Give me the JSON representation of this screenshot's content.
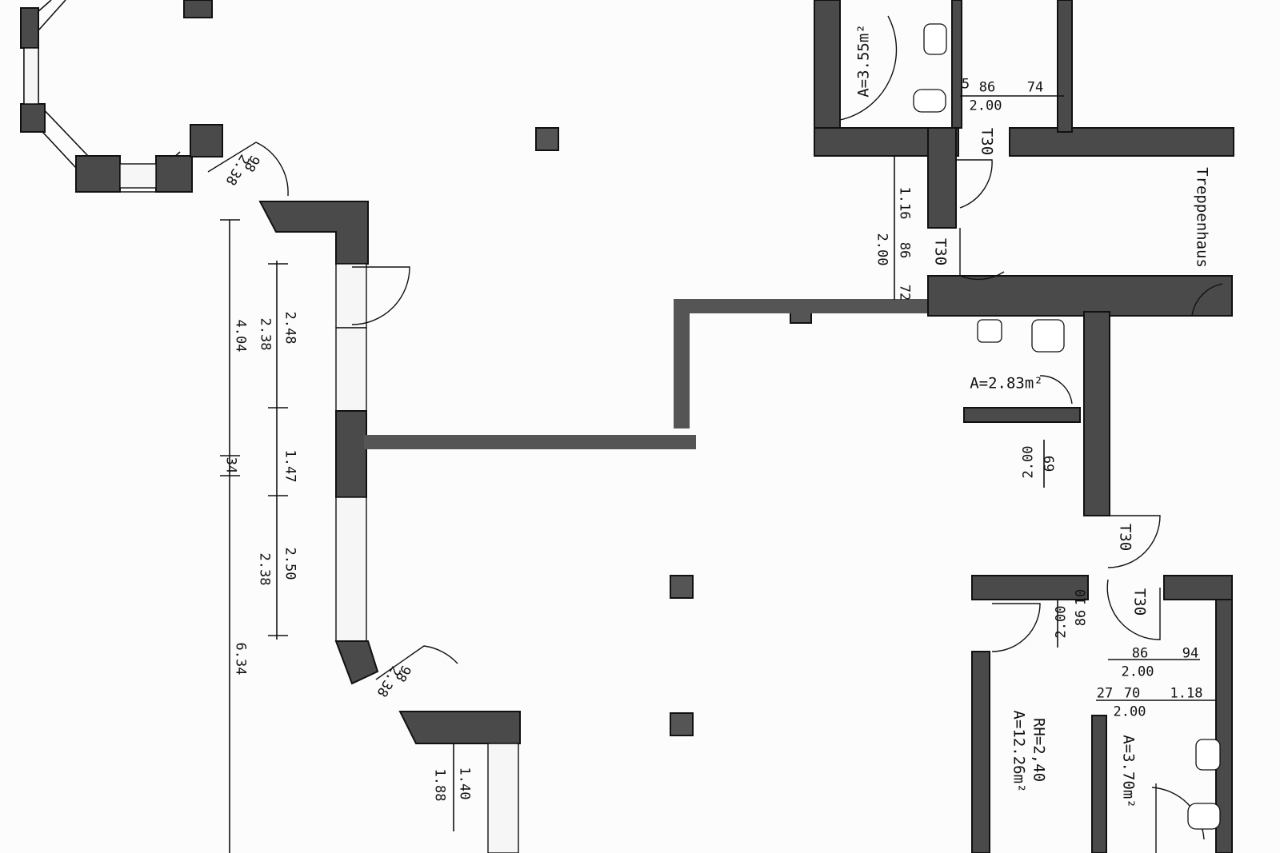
{
  "plan": {
    "colors": {
      "wall_fill": "#4a4a4a",
      "marker": "#555555",
      "paper": "#fcfcfc"
    },
    "left_dimensions": {
      "outer_total": "6.34",
      "outer_segment": "4.04",
      "segment_a_width": "2.48",
      "segment_a_height": "2.38",
      "pier": "1.47",
      "gap": "34",
      "segment_b_width": "2.50",
      "segment_b_height": "2.38",
      "lower_width": "1.40",
      "lower_height": "1.88"
    },
    "bay_doors": [
      {
        "width": "98",
        "height": "2.38"
      },
      {
        "width": "98",
        "height": "2.38"
      }
    ],
    "rooms": [
      {
        "area": "A=3.55m²"
      },
      {
        "area": "A=2.83m²"
      },
      {
        "area": "A=3.70m²"
      },
      {
        "height": "RH=2,40",
        "area": "A=12.26m²"
      }
    ],
    "stair": {
      "label": "Treppenhaus"
    },
    "fire_doors": [
      "T30",
      "T30",
      "T30",
      "T30"
    ],
    "door_dimensions": {
      "top_a": "5",
      "top_b": "86",
      "top_c": "74",
      "top_h": "2.00",
      "mid_a": "1.16",
      "mid_b": "86",
      "mid_h": "2.00",
      "mid_c": "72",
      "wc_w": "69",
      "wc_h": "2.00",
      "r_a": "10",
      "r_b": "86",
      "r_h": "2.00",
      "b1_a": "86",
      "b1_b": "94",
      "b1_h": "2.00",
      "b2_a": "27",
      "b2_b": "70",
      "b2_c": "1.18",
      "b2_h": "2.00"
    }
  }
}
